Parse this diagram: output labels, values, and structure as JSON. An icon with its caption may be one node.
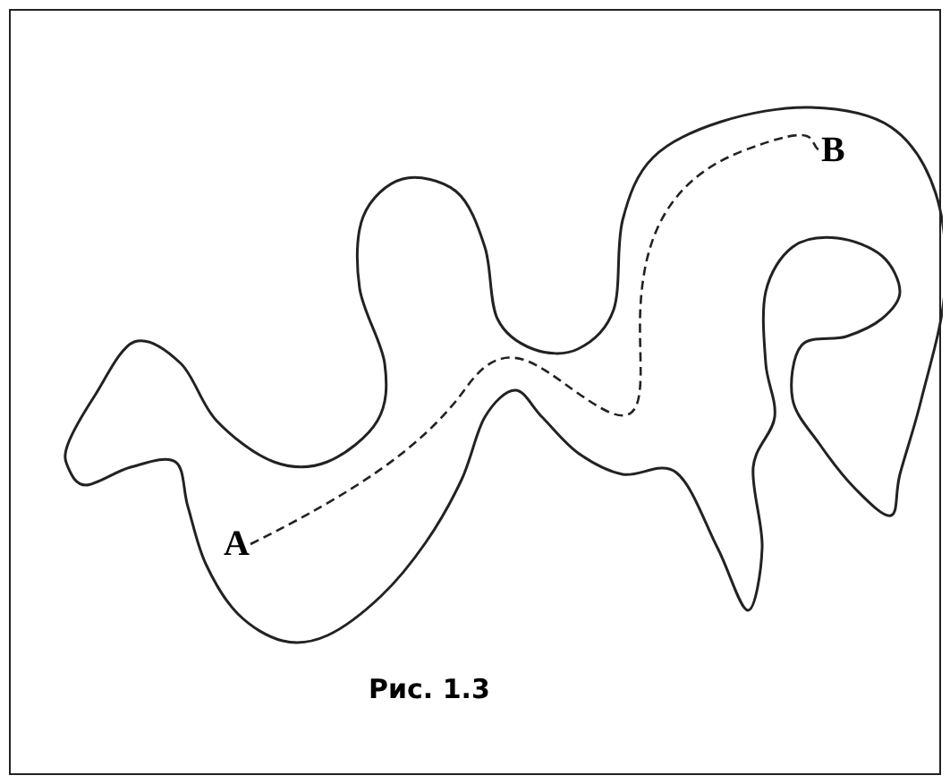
{
  "diagram": {
    "caption": "Рис. 1.3",
    "nodes": [
      {
        "text": [
          "A"
        ]
      },
      {
        "text": [
          "B"
        ]
      }
    ],
    "edges": [
      {
        "from": 0,
        "to": 1,
        "arrow": "none",
        "style": "dashed"
      }
    ]
  }
}
